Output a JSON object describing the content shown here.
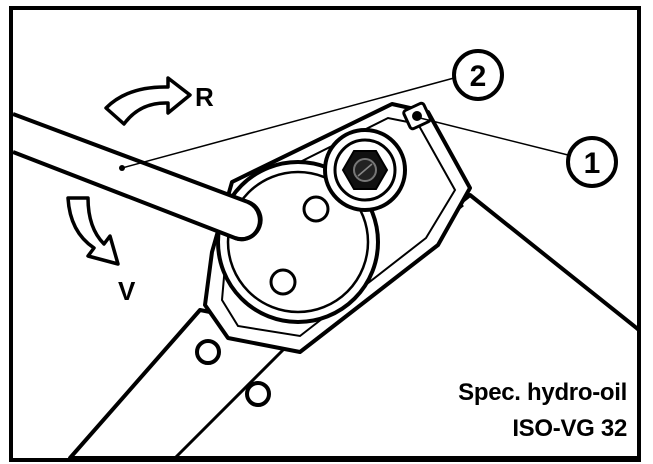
{
  "callouts": {
    "one": "1",
    "two": "2"
  },
  "rotation": {
    "r_label": "R",
    "v_label": "V"
  },
  "spec": {
    "line1": "Spec. hydro-oil",
    "line2": "ISO-VG 32"
  },
  "colors": {
    "ink": "#000000",
    "paper": "#ffffff"
  }
}
